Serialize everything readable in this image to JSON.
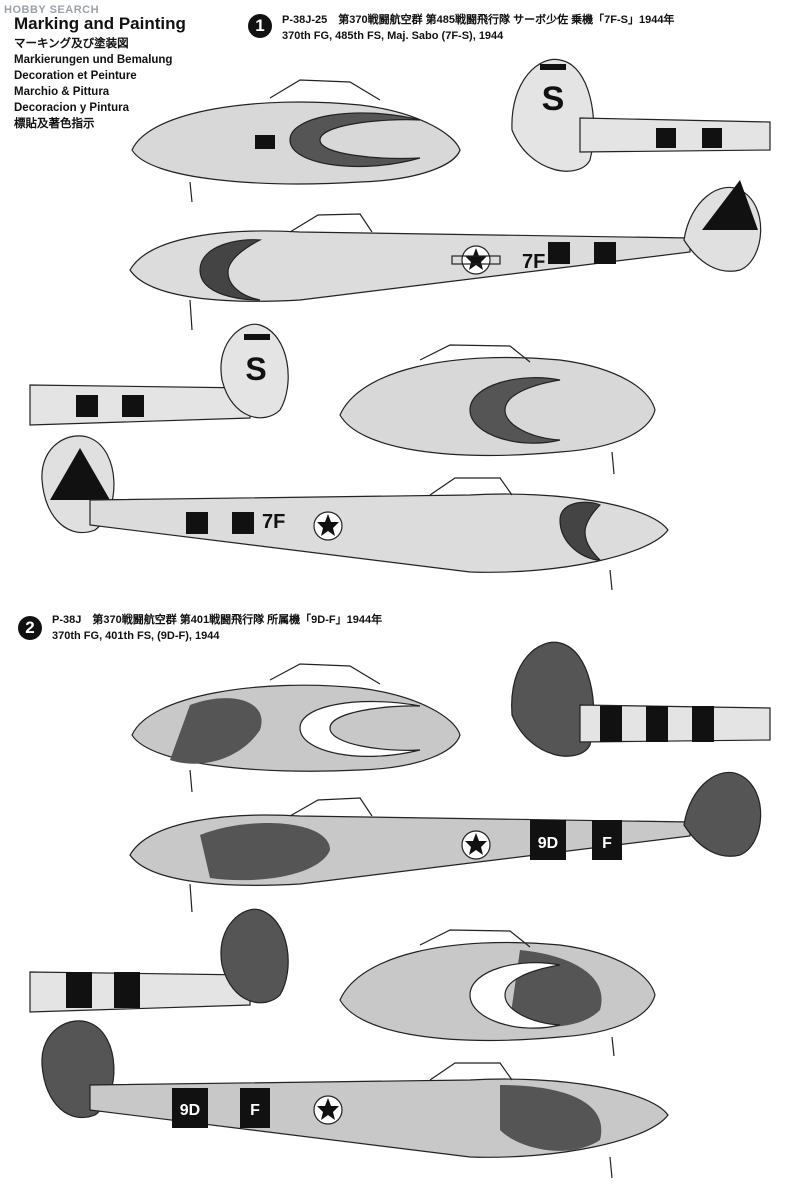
{
  "watermark": "HOBBY SEARCH",
  "legend": {
    "title": "Marking and Painting",
    "lines": [
      "マーキング及び塗装図",
      "Markierungen und Bemalung",
      "Decoration et Peinture",
      "Marchio & Pittura",
      "Decoracion y Pintura",
      "標貼及著色指示"
    ]
  },
  "schemes": [
    {
      "number": "1",
      "line1": "P-38J-25　第370戦闘航空群 第485戦闘飛行隊 サーボ少佐 乗機「7F-S」1944年",
      "line2": "370th FG, 485th FS, Maj. Sabo (7F-S), 1944"
    },
    {
      "number": "2",
      "line1": "P-38J　第370戦闘航空群 第401戦闘飛行隊 所属機「9D-F」1944年",
      "line2": "370th FG, 401th FS, (9D-F), 1944"
    }
  ],
  "markings": {
    "code_7f": "7F",
    "code_s": "S",
    "code_9d": "9D",
    "code_f": "F"
  },
  "colors": {
    "line": "#222222",
    "grey": "#c8c8c8",
    "olive": "#444444",
    "black": "#111111",
    "white": "#ffffff"
  }
}
